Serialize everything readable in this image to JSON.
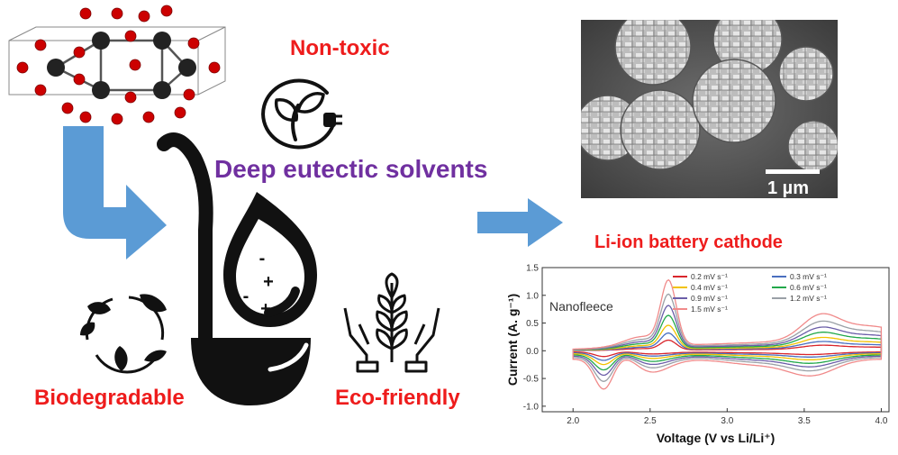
{
  "labels": {
    "non_toxic": "Non-toxic",
    "des": "Deep eutectic solvents",
    "biodegradable": "Biodegradable",
    "eco_friendly": "Eco-friendly",
    "cathode": "Li-ion battery cathode",
    "scale_bar": "1 µm",
    "drop_signs": [
      "-",
      "+",
      "-",
      "+"
    ]
  },
  "colors": {
    "label_red": "#ee1c1c",
    "label_purple": "#7030a0",
    "arrow_blue": "#5b9bd5",
    "icon_black": "#111111",
    "atom_black": "#222222",
    "atom_red": "#cc0000"
  },
  "chart_data": {
    "type": "line",
    "xlabel": "Voltage (V vs Li/Li⁺)",
    "ylabel": "Current (A. g⁻¹)",
    "xlim": [
      1.8,
      4.05
    ],
    "ylim": [
      -1.1,
      1.5
    ],
    "xticks": [
      "2.0",
      "2.5",
      "3.0",
      "3.5",
      "4.0"
    ],
    "yticks": [
      "1.5",
      "1.0",
      "0.5",
      "0.0",
      "-0.5",
      "-1.0"
    ],
    "annotation": "Nanofleece",
    "legend_position": "top-right",
    "series": [
      {
        "name": "0.2 mV s⁻¹",
        "color": "#d9262c",
        "scale": 0.15
      },
      {
        "name": "0.3 mV s⁻¹",
        "color": "#4a6fbf",
        "scale": 0.25
      },
      {
        "name": "0.4 mV s⁻¹",
        "color": "#f2c200",
        "scale": 0.36
      },
      {
        "name": "0.6 mV s⁻¹",
        "color": "#22a84a",
        "scale": 0.5
      },
      {
        "name": "0.9 mV s⁻¹",
        "color": "#6b5ea8",
        "scale": 0.64
      },
      {
        "name": "1.2 mV s⁻¹",
        "color": "#9aa0a6",
        "scale": 0.8
      },
      {
        "name": "1.5 mV s⁻¹",
        "color": "#f08a8a",
        "scale": 1.0
      }
    ]
  }
}
